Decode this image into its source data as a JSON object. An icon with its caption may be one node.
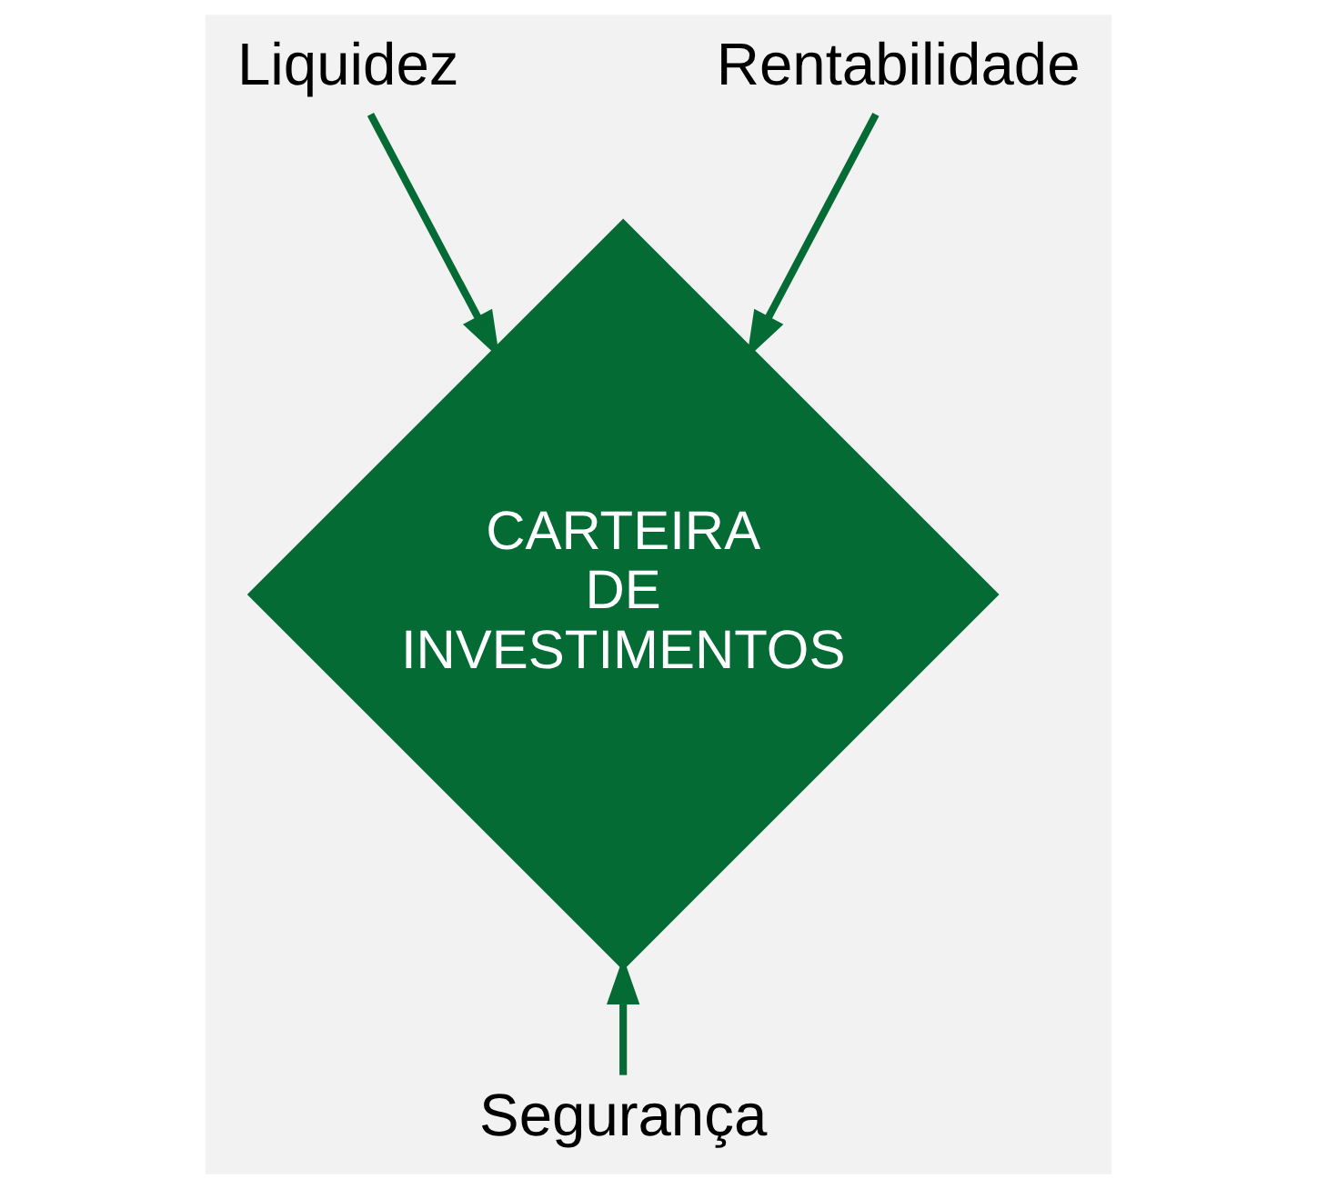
{
  "diagram": {
    "nodes": [
      {
        "text": [
          "CARTEIRA DE INVESTIMENTOS"
        ]
      },
      {
        "text": [
          "Liquidez"
        ]
      },
      {
        "text": [
          "Rentabilidade"
        ]
      },
      {
        "text": [
          "Segurança"
        ]
      }
    ],
    "edges": [
      {
        "from": 1,
        "to": 0,
        "arrow": "to"
      },
      {
        "from": 2,
        "to": 0,
        "arrow": "to"
      },
      {
        "from": 3,
        "to": 0,
        "arrow": "to"
      }
    ]
  }
}
